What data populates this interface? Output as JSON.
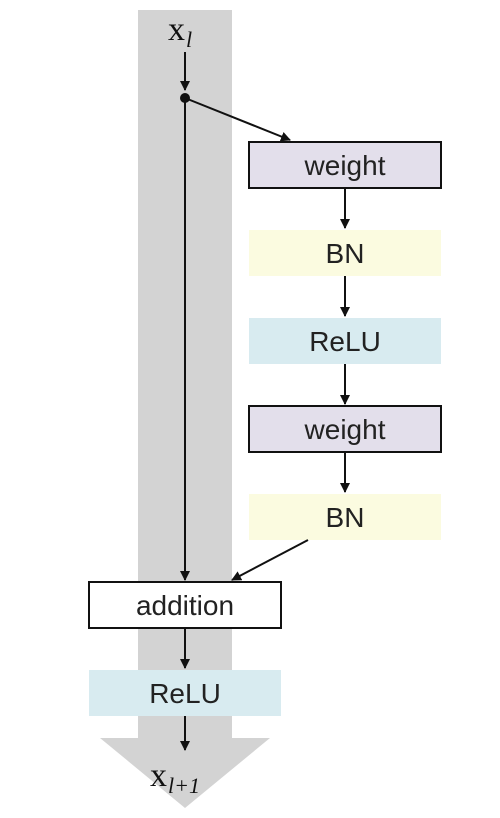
{
  "input": {
    "base": "x",
    "subscript": "l"
  },
  "output": {
    "base": "x",
    "subscript": "l+1"
  },
  "blocks": {
    "weight_1": "weight",
    "bn_1": "BN",
    "relu_1": "ReLU",
    "weight_2": "weight",
    "bn_2": "BN",
    "addition": "addition",
    "relu_out": "ReLU"
  },
  "colors": {
    "identity_band": "#d3d3d3",
    "weight": "#e3dfeb",
    "bn": "#fbfbe0",
    "relu": "#d8ebf0",
    "addition": "#ffffff",
    "stroke": "#111111"
  }
}
